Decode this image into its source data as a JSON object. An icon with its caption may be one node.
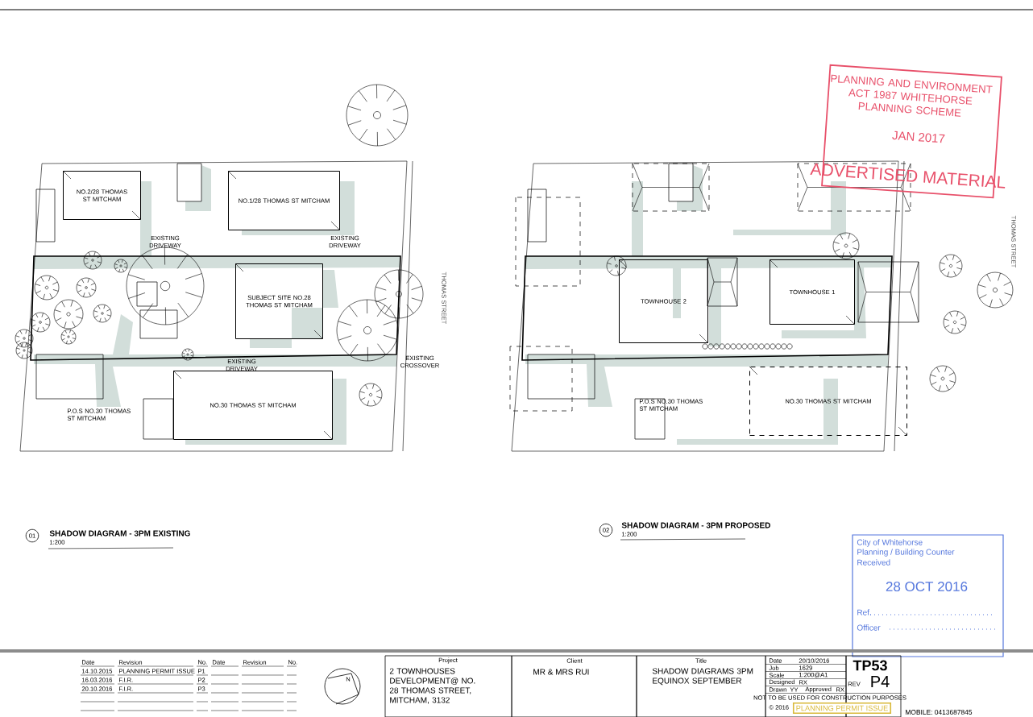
{
  "diagram": {
    "nodes": [
      {
        "text": [
          "NO.2/28 THOMAS ST MITCHAM"
        ]
      },
      {
        "text": [
          "NO.1/28 THOMAS ST MITCHAM"
        ]
      },
      {
        "text": [
          "SUBJECT SITE NO.28 THOMAS ST MITCHAM"
        ]
      },
      {
        "text": [
          "NO.30 THOMAS ST MITCHAM"
        ]
      },
      {
        "text": [
          "TOWNHOUSE 2"
        ]
      },
      {
        "text": [
          "TOWNHOUSE 1"
        ]
      },
      {
        "text": [
          "NO.30 THOMAS ST MITCHAM"
        ]
      }
    ],
    "labels": [
      "EXISTING DRIVEWAY",
      "EXISTING DRIVEWAY",
      "EXISTING DRIVEWAY",
      "EXISTING CROSSOVER",
      "P.O.S NO.30 THOMAS ST MITCHAM",
      "THOMAS STREET",
      "P.O.S NO.30 THOMAS ST MITCHAM",
      "THOMAS STREET",
      "PLANNING AND ENVIRONMENT ACT 1987 WHITEHORSE PLANNING SCHEME",
      "JAN 2017",
      "ADVERTISED MATERIAL",
      "01",
      "SHADOW DIAGRAM - 3PM EXISTING",
      "1:200",
      "02",
      "SHADOW DIAGRAM - 3PM PROPOSED",
      "1:200",
      "City of Whitehorse",
      "Planning / Building Counter",
      "Received",
      "28 OCT 2016",
      "Ref.",
      "Officer",
      "Date",
      "Revision",
      "No.",
      "Date",
      "Revision",
      "No.",
      "14.10.2015",
      "PLANNING PERMIT ISSUE",
      "P1",
      "16.03.2016",
      "F.I.R.",
      "P2",
      "20.10.2016",
      "F.I.R.",
      "P3",
      "N",
      "Project",
      "2 TOWNHOUSES DEVELOPMENT@ NO. 28 THOMAS STREET, MITCHAM, 3132",
      "Client",
      "MR & MRS RUI",
      "Title",
      "SHADOW DIAGRAMS 3PM EQUINOX SEPTEMBER",
      "Date",
      "20/10/2016",
      "Job",
      "1629",
      "Scale",
      "1:200@A1",
      "Designed",
      "RX",
      "Drawn",
      "YY",
      "Approved",
      "RX",
      "NOT TO BE USED FOR CONSTRUCTION PURPOSES",
      "© 2016",
      "TP53",
      "REV",
      "P4",
      "PLANNING PERMIT ISSUE",
      "MOBILE: 0413687845"
    ]
  }
}
